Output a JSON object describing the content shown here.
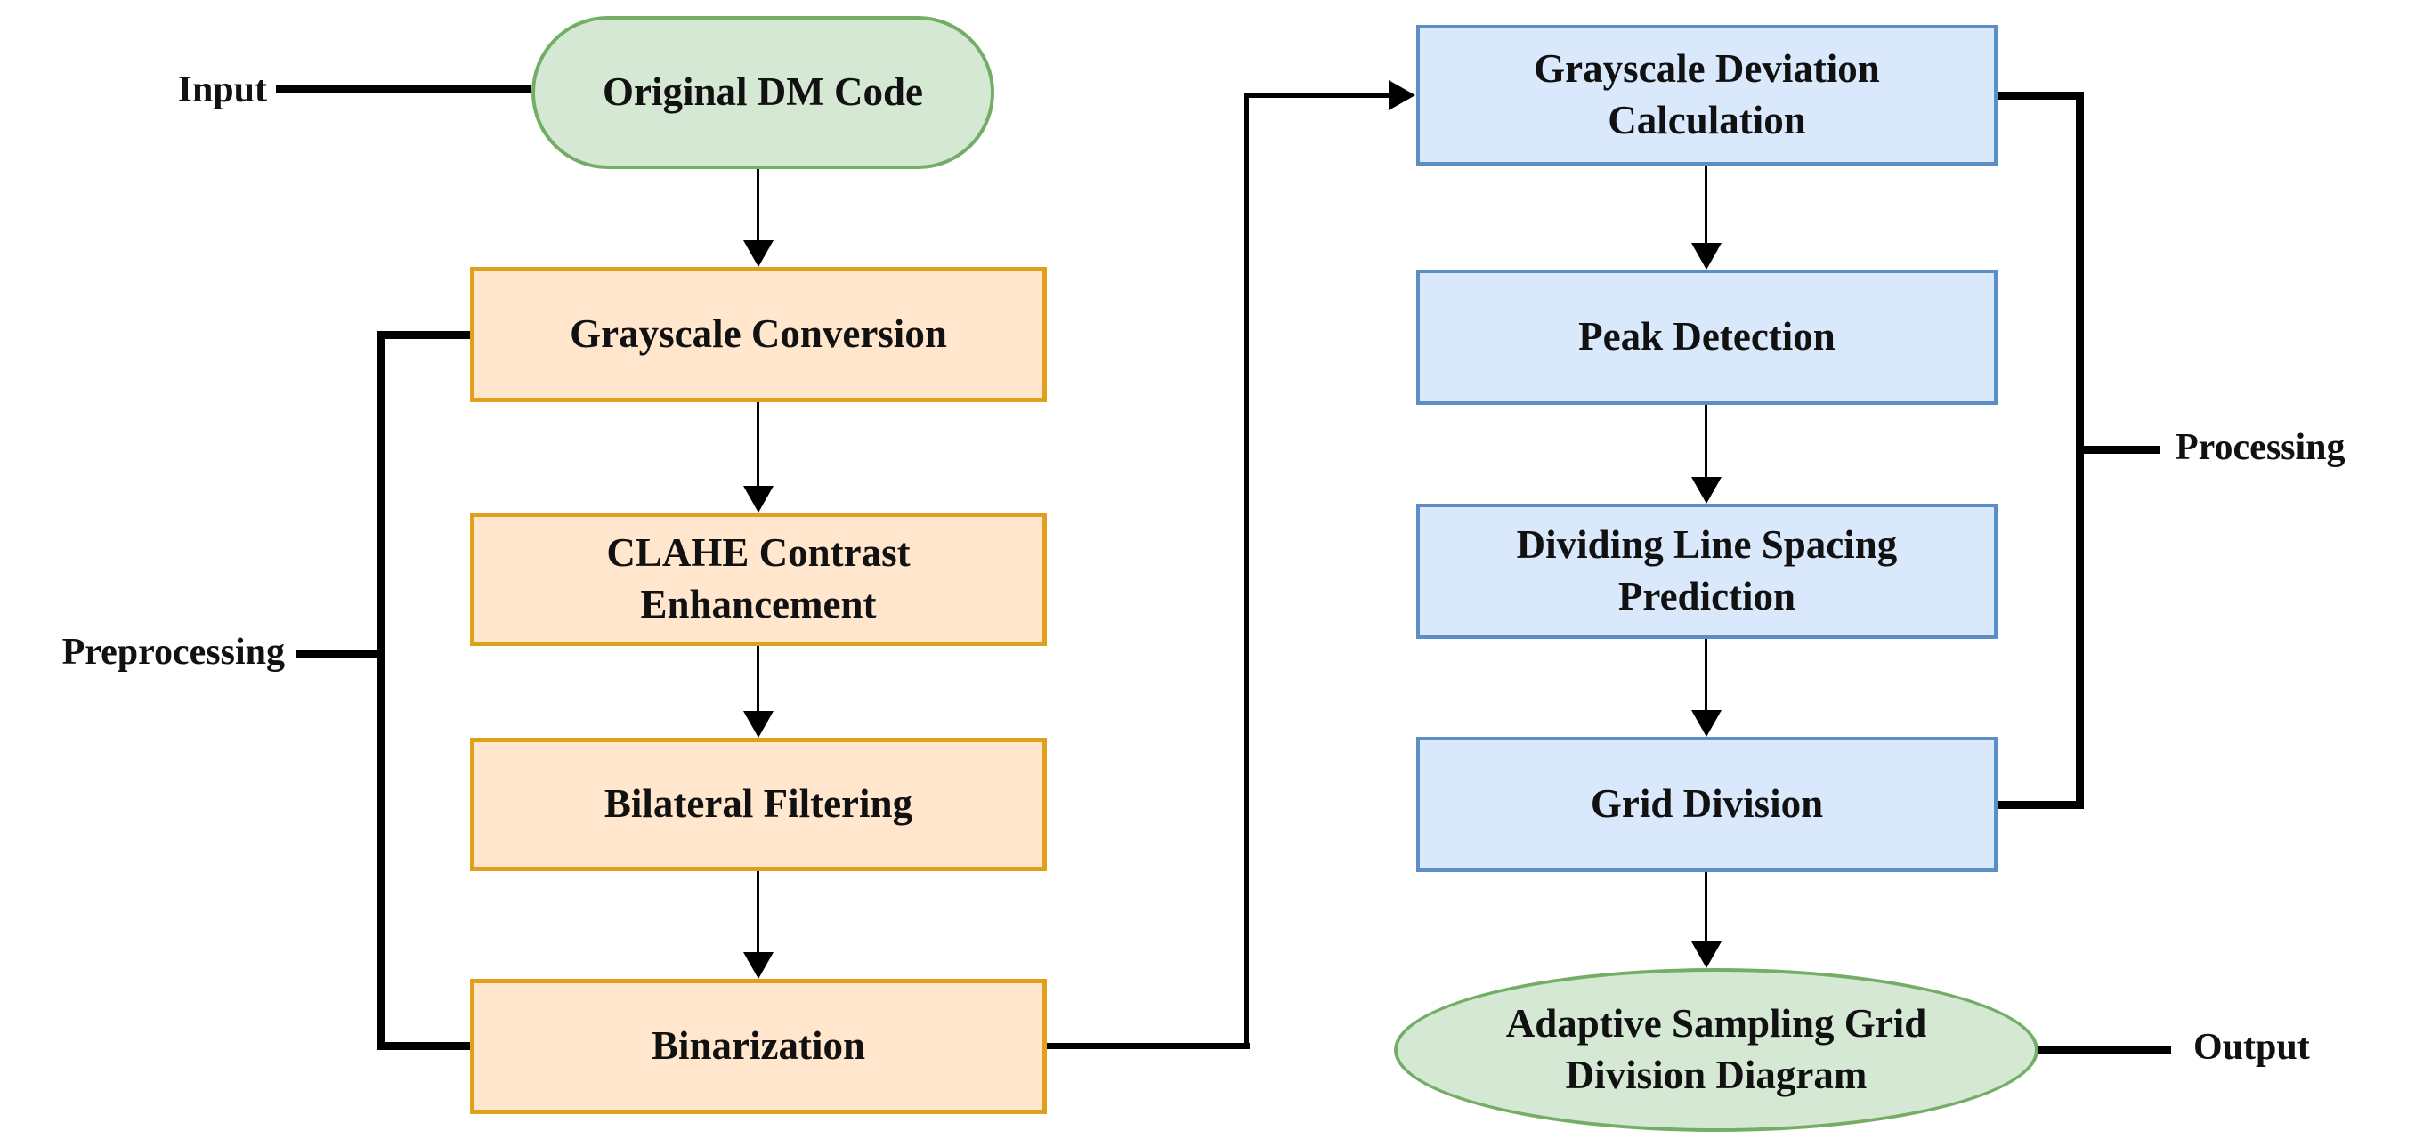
{
  "figure_type": "flowchart",
  "colors": {
    "background": "#ffffff",
    "terminal_fill": "#d5e8d4",
    "terminal_stroke": "#74ad66",
    "preprocessing_fill": "#ffe6cc",
    "preprocessing_stroke": "#e0a01b",
    "processing_fill": "#d9e8fb",
    "processing_stroke": "#5b8ec4",
    "connector": "#000000",
    "text": "#111111"
  },
  "side_labels": {
    "input": "Input",
    "preprocessing": "Preprocessing",
    "processing": "Processing",
    "output": "Output"
  },
  "nodes": {
    "start": {
      "label": "Original DM Code",
      "shape": "terminal"
    },
    "pre": [
      {
        "label": "Grayscale Conversion"
      },
      {
        "label": "CLAHE Contrast Enhancement"
      },
      {
        "label": "Bilateral Filtering"
      },
      {
        "label": "Binarization"
      }
    ],
    "proc": [
      {
        "label": "Grayscale Deviation Calculation"
      },
      {
        "label": "Peak Detection"
      },
      {
        "label": "Dividing Line Spacing Prediction"
      },
      {
        "label": "Grid Division"
      }
    ],
    "end": {
      "label": "Adaptive Sampling Grid Division Diagram",
      "shape": "terminal"
    }
  },
  "flow": [
    "Input - Original DM Code",
    "Original DM Code - Grayscale Conversion - CLAHE Contrast Enhancement - Bilateral Filtering - Binarization",
    "Binarization - Grayscale Deviation Calculation - Peak Detection - Dividing Line Spacing Prediction - Grid Division",
    "Grid Division - Adaptive Sampling Grid Division Diagram - Output"
  ]
}
